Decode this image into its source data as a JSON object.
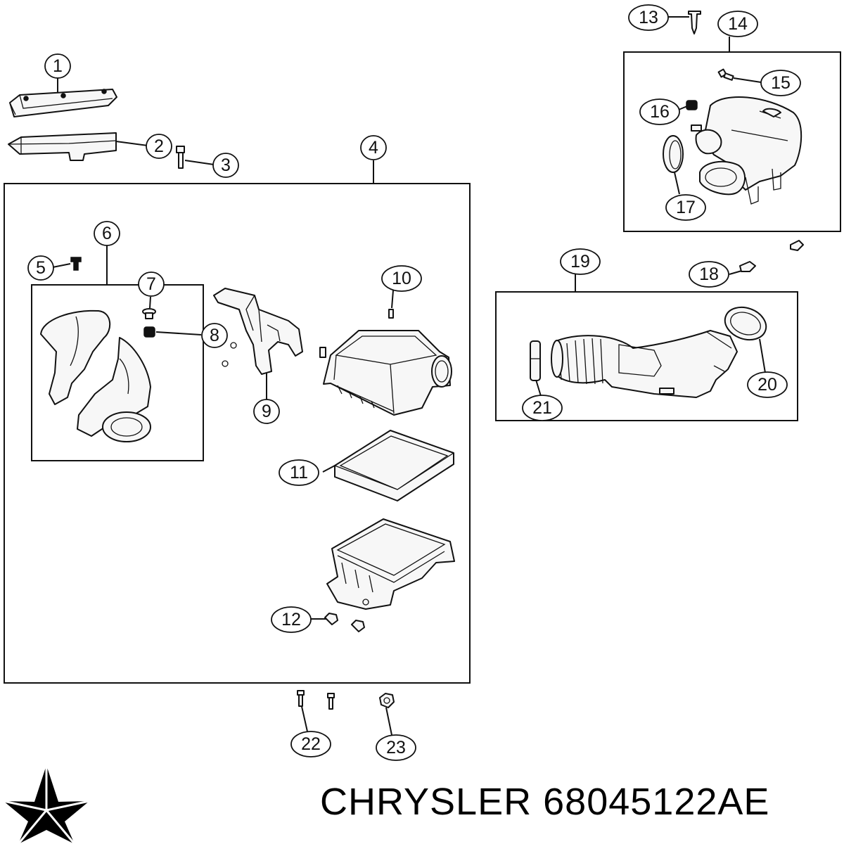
{
  "callouts": {
    "c1": "1",
    "c2": "2",
    "c3": "3",
    "c4": "4",
    "c5": "5",
    "c6": "6",
    "c7": "7",
    "c8": "8",
    "c9": "9",
    "c10": "10",
    "c11": "11",
    "c12": "12",
    "c13": "13",
    "c14": "14",
    "c15": "15",
    "c16": "16",
    "c17": "17",
    "c18": "18",
    "c19": "19",
    "c20": "20",
    "c21": "21",
    "c22": "22",
    "c23": "23"
  },
  "footer": {
    "brand": "CHRYSLER",
    "part_number": "68045122AE",
    "logo": "chrysler-pentastar-logo"
  }
}
